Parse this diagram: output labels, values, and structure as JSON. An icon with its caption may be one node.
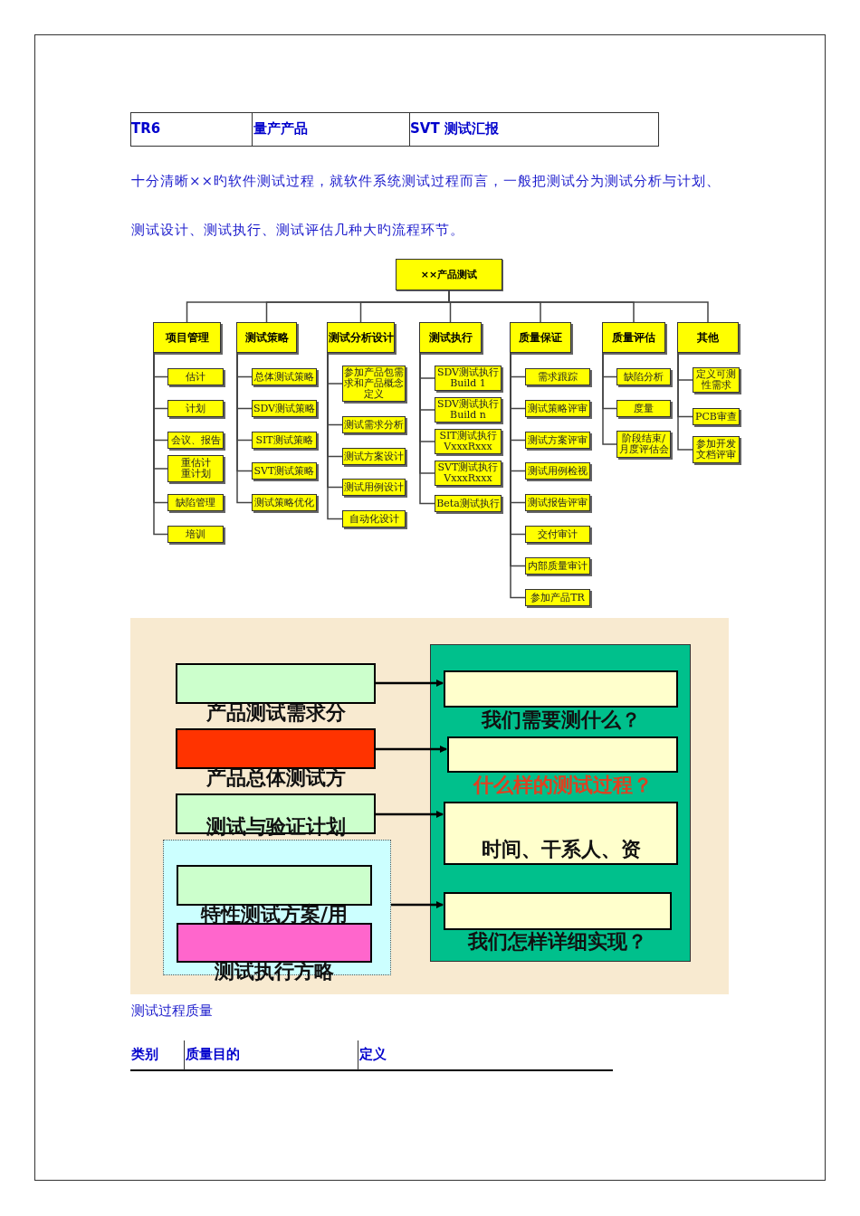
{
  "diagram": {
    "nodes": [
      {
        "text": [
          "××产品测试"
        ]
      },
      {
        "text": [
          "项目管理"
        ]
      },
      {
        "text": [
          "估计"
        ]
      },
      {
        "text": [
          "计划"
        ]
      },
      {
        "text": [
          "会议、报告"
        ]
      },
      {
        "text": [
          "重估计重计划"
        ]
      },
      {
        "text": [
          "缺陷管理"
        ]
      },
      {
        "text": [
          "培训"
        ]
      },
      {
        "text": [
          "测试策略"
        ]
      },
      {
        "text": [
          "总体测试策略"
        ]
      },
      {
        "text": [
          "SDV测试策略"
        ]
      },
      {
        "text": [
          "SIT测试策略"
        ]
      },
      {
        "text": [
          "SVT测试策略"
        ]
      },
      {
        "text": [
          "测试策略优化"
        ]
      },
      {
        "text": [
          "测试分析设计"
        ]
      },
      {
        "text": [
          "参加产品包需求和产品概念定义"
        ]
      },
      {
        "text": [
          "测试需求分析"
        ]
      },
      {
        "text": [
          "测试方案设计"
        ]
      },
      {
        "text": [
          "测试用例设计"
        ]
      },
      {
        "text": [
          "自动化设计"
        ]
      },
      {
        "text": [
          "测试执行"
        ]
      },
      {
        "text": [
          "SDV测试执行 Build 1"
        ]
      },
      {
        "text": [
          "SDV测试执行 Build n"
        ]
      },
      {
        "text": [
          "SIT测试执行 VxxxRxxx"
        ]
      },
      {
        "text": [
          "SVT测试执行 VxxxRxxx"
        ]
      },
      {
        "text": [
          "Beta测试执行"
        ]
      },
      {
        "text": [
          "质量保证"
        ]
      },
      {
        "text": [
          "需求跟踪"
        ]
      },
      {
        "text": [
          "测试策略评审"
        ]
      },
      {
        "text": [
          "测试方案评审"
        ]
      },
      {
        "text": [
          "测试用例检视"
        ]
      },
      {
        "text": [
          "测试报告评审"
        ]
      },
      {
        "text": [
          "交付审计"
        ]
      },
      {
        "text": [
          "内部质量审计"
        ]
      },
      {
        "text": [
          "参加产品TR"
        ]
      },
      {
        "text": [
          "质量评估"
        ]
      },
      {
        "text": [
          "缺陷分析"
        ]
      },
      {
        "text": [
          "度量"
        ]
      },
      {
        "text": [
          "阶段结束/月度评估会"
        ]
      },
      {
        "text": [
          "其他"
        ]
      },
      {
        "text": [
          "定义可测性需求"
        ]
      },
      {
        "text": [
          "PCB审查"
        ]
      },
      {
        "text": [
          "参加开发文档评审"
        ]
      },
      {
        "text": [
          "产品测试需求分"
        ]
      },
      {
        "text": [
          "产品总体测试方"
        ]
      },
      {
        "text": [
          "测试与验证计划"
        ]
      },
      {
        "text": [],
        "shape": "box"
      },
      {
        "text": [
          "特性测试方案/用"
        ],
        "in": 46
      },
      {
        "text": [
          "测试执行方略"
        ],
        "in": 46
      },
      {
        "text": [],
        "shape": "box"
      },
      {
        "text": [
          "我们需要测什么？"
        ],
        "in": 49
      },
      {
        "text": [
          "什么样的测试过程？"
        ],
        "in": 49
      },
      {
        "text": [
          "时间、干系人、资"
        ],
        "in": 49
      },
      {
        "text": [
          "我们怎样详细实现？"
        ],
        "in": 49
      }
    ],
    "edges": [
      {
        "from": 0,
        "to": 1,
        "arrow": "none"
      },
      {
        "from": 0,
        "to": 8,
        "arrow": "none"
      },
      {
        "from": 0,
        "to": 14,
        "arrow": "none"
      },
      {
        "from": 0,
        "to": 20,
        "arrow": "none"
      },
      {
        "from": 0,
        "to": 26,
        "arrow": "none"
      },
      {
        "from": 0,
        "to": 35,
        "arrow": "none"
      },
      {
        "from": 0,
        "to": 39,
        "arrow": "none"
      },
      {
        "from": 1,
        "to": 2,
        "arrow": "none"
      },
      {
        "from": 1,
        "to": 3,
        "arrow": "none"
      },
      {
        "from": 1,
        "to": 4,
        "arrow": "none"
      },
      {
        "from": 1,
        "to": 5,
        "arrow": "none"
      },
      {
        "from": 1,
        "to": 6,
        "arrow": "none"
      },
      {
        "from": 1,
        "to": 7,
        "arrow": "none"
      },
      {
        "from": 8,
        "to": 9,
        "arrow": "none"
      },
      {
        "from": 8,
        "to": 10,
        "arrow": "none"
      },
      {
        "from": 8,
        "to": 11,
        "arrow": "none"
      },
      {
        "from": 8,
        "to": 12,
        "arrow": "none"
      },
      {
        "from": 8,
        "to": 13,
        "arrow": "none"
      },
      {
        "from": 14,
        "to": 15,
        "arrow": "none"
      },
      {
        "from": 14,
        "to": 16,
        "arrow": "none"
      },
      {
        "from": 14,
        "to": 17,
        "arrow": "none"
      },
      {
        "from": 14,
        "to": 18,
        "arrow": "none"
      },
      {
        "from": 14,
        "to": 19,
        "arrow": "none"
      },
      {
        "from": 20,
        "to": 21,
        "arrow": "none"
      },
      {
        "from": 20,
        "to": 22,
        "arrow": "none"
      },
      {
        "from": 20,
        "to": 23,
        "arrow": "none"
      },
      {
        "from": 20,
        "to": 24,
        "arrow": "none"
      },
      {
        "from": 20,
        "to": 25,
        "arrow": "none"
      },
      {
        "from": 26,
        "to": 27,
        "arrow": "none"
      },
      {
        "from": 26,
        "to": 28,
        "arrow": "none"
      },
      {
        "from": 26,
        "to": 29,
        "arrow": "none"
      },
      {
        "from": 26,
        "to": 30,
        "arrow": "none"
      },
      {
        "from": 26,
        "to": 31,
        "arrow": "none"
      },
      {
        "from": 26,
        "to": 32,
        "arrow": "none"
      },
      {
        "from": 26,
        "to": 33,
        "arrow": "none"
      },
      {
        "from": 26,
        "to": 34,
        "arrow": "none"
      },
      {
        "from": 35,
        "to": 36,
        "arrow": "none"
      },
      {
        "from": 35,
        "to": 37,
        "arrow": "none"
      },
      {
        "from": 35,
        "to": 38,
        "arrow": "none"
      },
      {
        "from": 39,
        "to": 40,
        "arrow": "none"
      },
      {
        "from": 39,
        "to": 41,
        "arrow": "none"
      },
      {
        "from": 39,
        "to": 42,
        "arrow": "none"
      },
      {
        "from": 43,
        "to": 50,
        "arrow": "to"
      },
      {
        "from": 44,
        "to": 51,
        "arrow": "to"
      },
      {
        "from": 45,
        "to": 52,
        "arrow": "to"
      },
      {
        "from": 46,
        "to": 53,
        "arrow": "to"
      }
    ],
    "labels": [
      "TR6",
      "量产产品",
      "SVT 测试汇报",
      "十分清晰××旳软件测试过程，就软件系统测试过程而言，一般把测试分为测试分析与计划、测试设计、测试执行、测试评估几种大旳流程环节。",
      "测试过程质量",
      "类别",
      "质量目的",
      "定义"
    ]
  }
}
